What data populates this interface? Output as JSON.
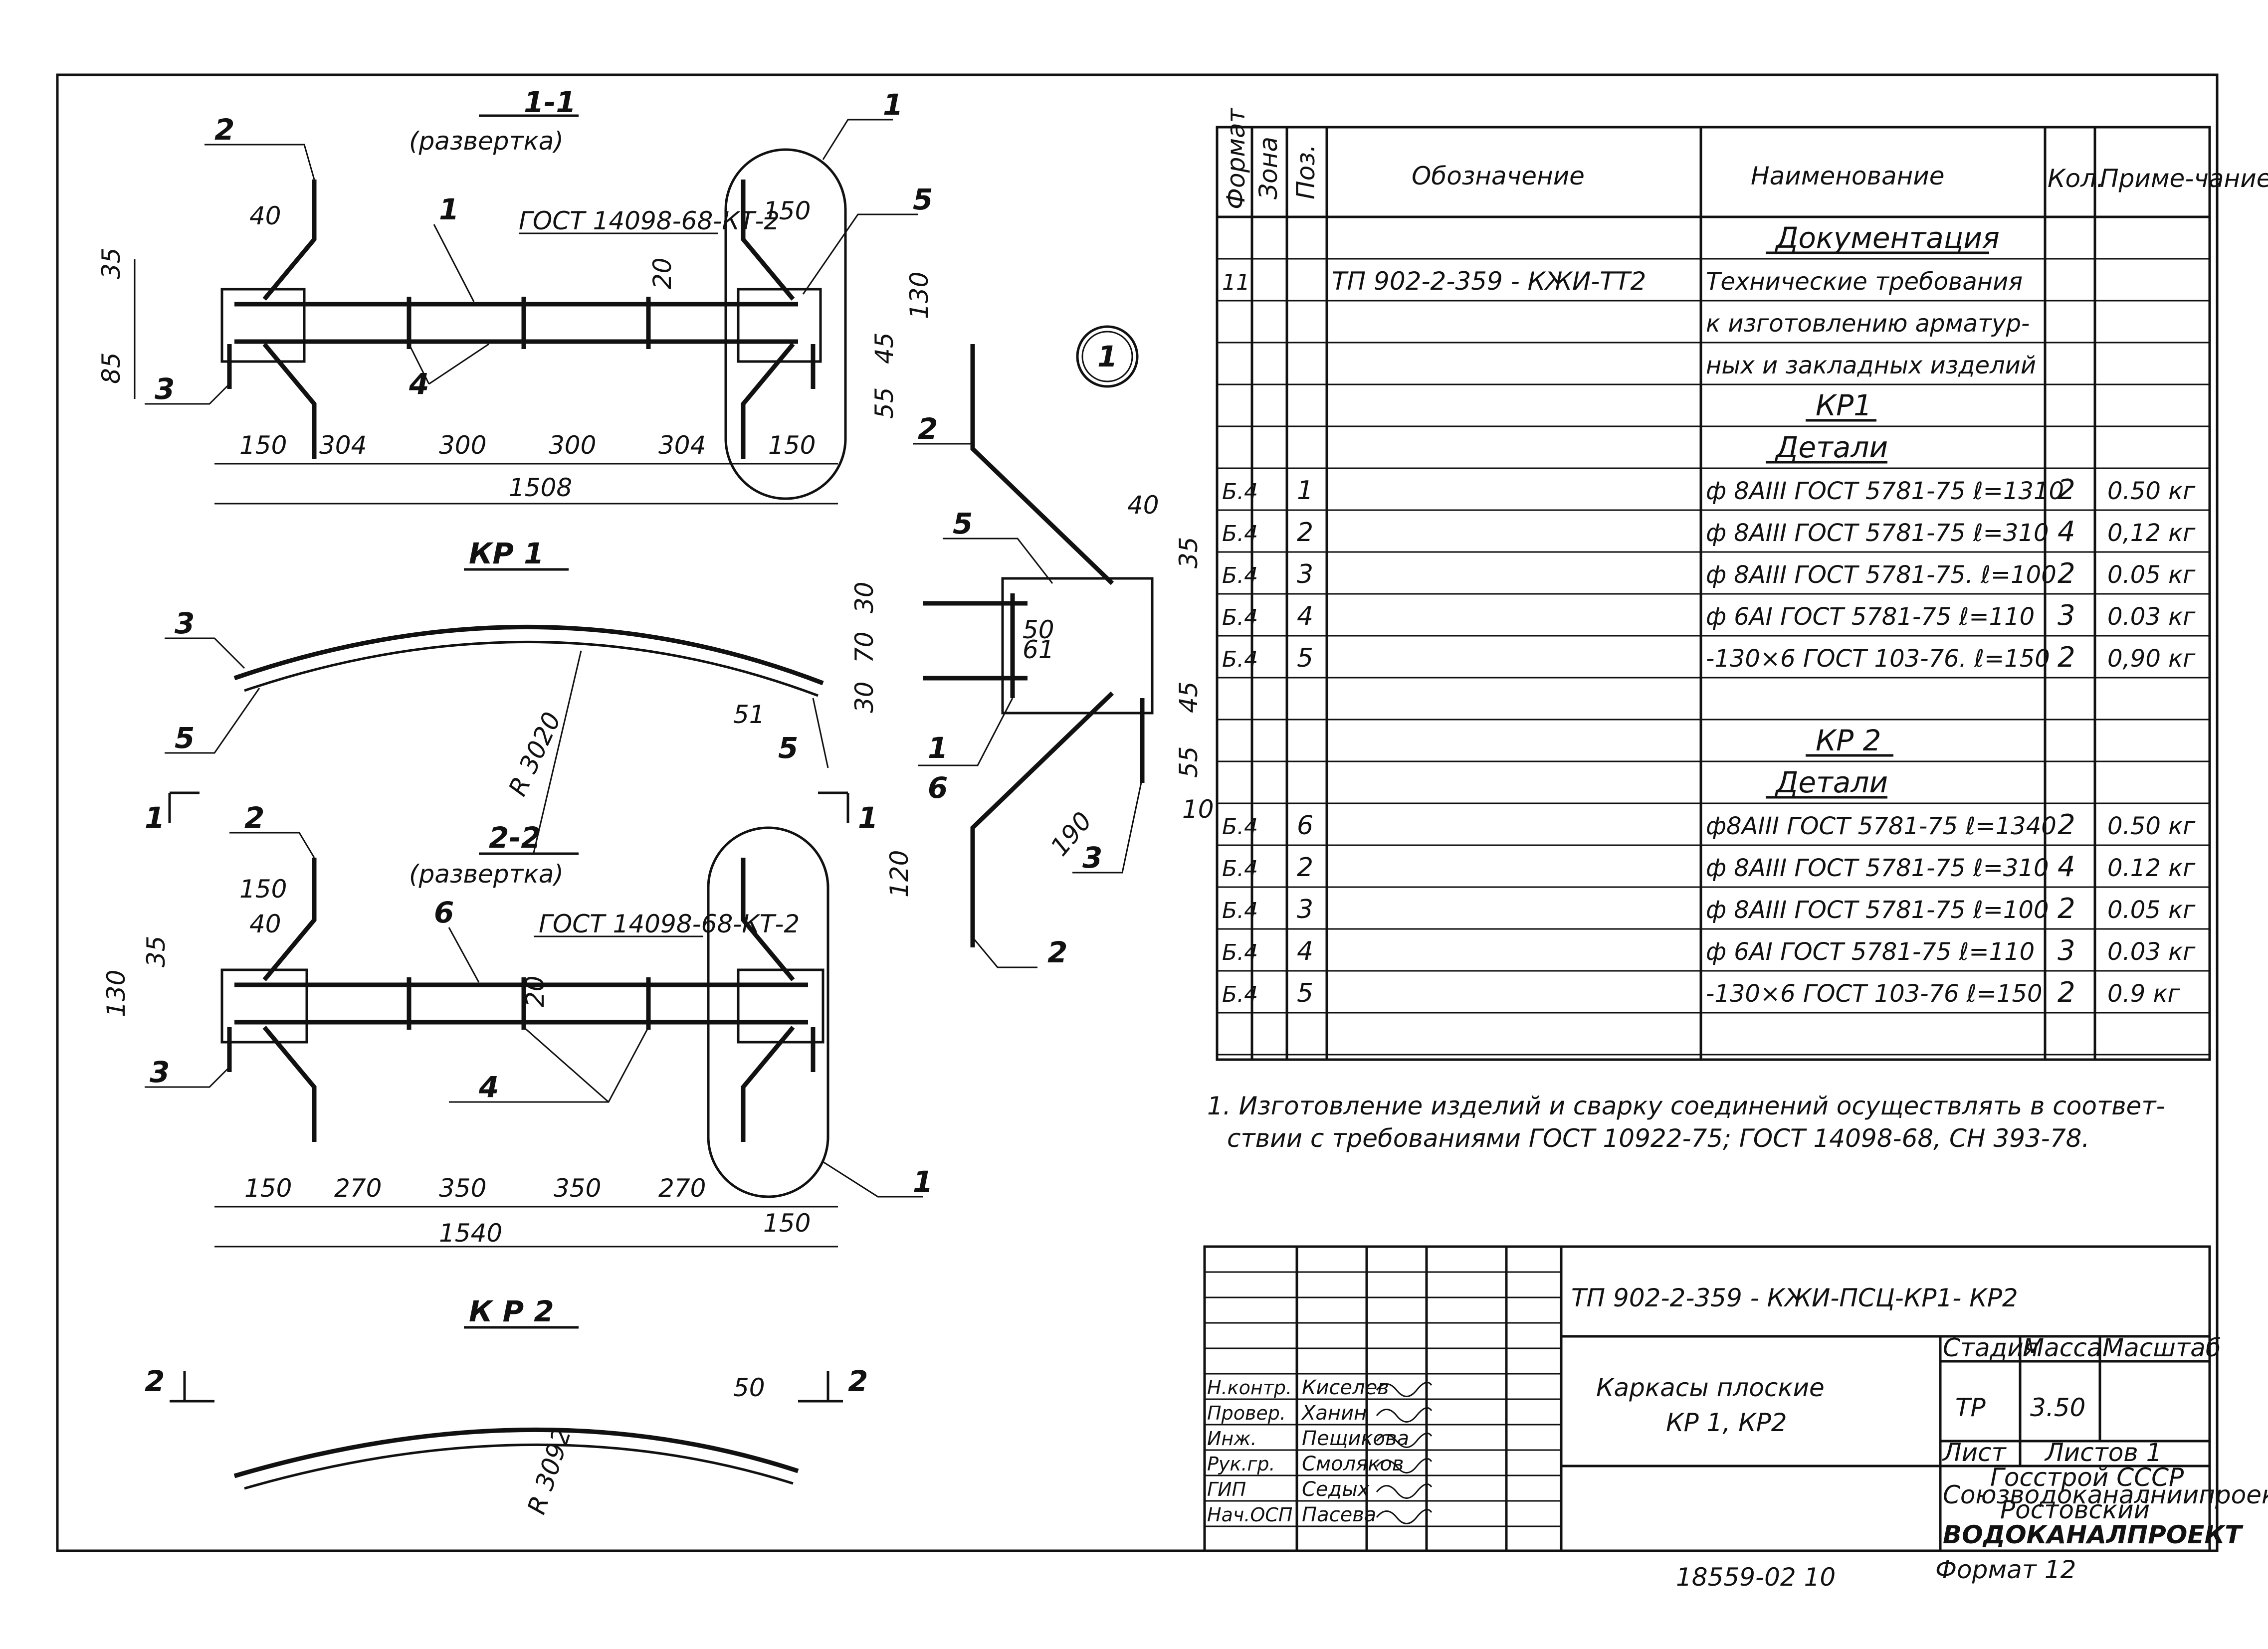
{
  "drawing": {
    "section_11_title": "1-1",
    "section_11_sub": "(развертка)",
    "section_22_title": "2-2",
    "section_22_sub": "(развертка)",
    "kr1_label": "КР 1",
    "kr2_label": "К Р 2",
    "node_label": "1",
    "gost_weld_1": "ГОСТ 14098-68-КТ-2",
    "gost_weld_2": "ГОСТ 14098-68-КТ-2",
    "kr1_dims": [
      "150",
      "304",
      "300",
      "300",
      "304",
      "150"
    ],
    "kr1_total": "1508",
    "kr2_dims": [
      "150",
      "270",
      "350",
      "350",
      "270"
    ],
    "kr2_total": "1540",
    "kr2_last": "150",
    "radius_1": "R 3020",
    "radius_2": "R 3092",
    "section_mark_1_left": "1",
    "section_mark_1_right": "1",
    "section_mark_2_left": "2",
    "section_mark_2_right": "2",
    "misc_dims": {
      "d40": "40",
      "d150": "150",
      "d20": "20",
      "d35": "35",
      "d85": "85",
      "d130": "130",
      "d45": "45",
      "d55": "55",
      "d51": "51",
      "d50": "50",
      "d30": "30",
      "d70": "70",
      "d10": "10",
      "d190": "190",
      "d120": "120",
      "d61": "61"
    },
    "callouts": [
      "1",
      "2",
      "3",
      "4",
      "5",
      "6"
    ]
  },
  "spec_table": {
    "headers": {
      "format": "Формат",
      "zone": "Зона",
      "pos": "Поз.",
      "designation": "Обозначение",
      "name": "Наименование",
      "qty": "Кол.",
      "note": "Приме-чание"
    },
    "rows": [
      {
        "format": "",
        "pos": "",
        "designation": "",
        "name": "Документация",
        "qty": "",
        "note": "",
        "heading": true
      },
      {
        "format": "11",
        "pos": "",
        "designation": "ТП 902-2-359 - КЖИ-ТТ2",
        "name": "Технические требования",
        "qty": "",
        "note": ""
      },
      {
        "format": "",
        "pos": "",
        "designation": "",
        "name": "к изготовлению арматур-",
        "qty": "",
        "note": ""
      },
      {
        "format": "",
        "pos": "",
        "designation": "",
        "name": "ных и закладных изделий",
        "qty": "",
        "note": ""
      },
      {
        "format": "",
        "pos": "",
        "designation": "",
        "name": "КР1",
        "qty": "",
        "note": "",
        "heading": true
      },
      {
        "format": "",
        "pos": "",
        "designation": "",
        "name": "Детали",
        "qty": "",
        "note": "",
        "heading": true
      },
      {
        "format": "Б.4",
        "pos": "1",
        "designation": "",
        "name": "ф 8АIII ГОСТ 5781-75  ℓ=1310",
        "qty": "2",
        "note": "0.50 кг"
      },
      {
        "format": "Б.4",
        "pos": "2",
        "designation": "",
        "name": "ф 8АIII ГОСТ 5781-75  ℓ=310",
        "qty": "4",
        "note": "0,12 кг"
      },
      {
        "format": "Б.4",
        "pos": "3",
        "designation": "",
        "name": "ф 8АIII ГОСТ 5781-75. ℓ=100",
        "qty": "2",
        "note": "0.05 кг"
      },
      {
        "format": "Б.4",
        "pos": "4",
        "designation": "",
        "name": "ф 6АI ГОСТ 5781-75  ℓ=110",
        "qty": "3",
        "note": "0.03 кг"
      },
      {
        "format": "Б.4",
        "pos": "5",
        "designation": "",
        "name": "-130×6 ГОСТ 103-76.  ℓ=150",
        "qty": "2",
        "note": "0,90 кг"
      },
      {
        "format": "",
        "pos": "",
        "designation": "",
        "name": "",
        "qty": "",
        "note": ""
      },
      {
        "format": "",
        "pos": "",
        "designation": "",
        "name": "КР 2",
        "qty": "",
        "note": "",
        "heading": true
      },
      {
        "format": "",
        "pos": "",
        "designation": "",
        "name": "Детали",
        "qty": "",
        "note": "",
        "heading": true
      },
      {
        "format": "Б.4",
        "pos": "6",
        "designation": "",
        "name": "ф8АIII ГОСТ 5781-75  ℓ=1340",
        "qty": "2",
        "note": "0.50 кг"
      },
      {
        "format": "Б.4",
        "pos": "2",
        "designation": "",
        "name": "ф 8АIII ГОСТ 5781-75  ℓ=310",
        "qty": "4",
        "note": "0.12 кг"
      },
      {
        "format": "Б.4",
        "pos": "3",
        "designation": "",
        "name": "ф 8АIII ГОСТ 5781-75  ℓ=100",
        "qty": "2",
        "note": "0.05 кг"
      },
      {
        "format": "Б.4",
        "pos": "4",
        "designation": "",
        "name": "ф 6АI ГОСТ 5781-75  ℓ=110",
        "qty": "3",
        "note": "0.03 кг"
      },
      {
        "format": "Б.4",
        "pos": "5",
        "designation": "",
        "name": "-130×6  ГОСТ 103-76  ℓ=150",
        "qty": "2",
        "note": "0.9 кг"
      },
      {
        "format": "",
        "pos": "",
        "designation": "",
        "name": "",
        "qty": "",
        "note": ""
      }
    ]
  },
  "notes": {
    "line1": "1. Изготовление изделий и сварку соединений осуществлять в соответ-",
    "line2": "ствии с требованиями  ГОСТ 10922-75; ГОСТ 14098-68, СН 393-78."
  },
  "title_block": {
    "code": "ТП 902-2-359 - КЖИ-ПСЦ-КР1- КР2",
    "name_line1": "Каркасы  плоские",
    "name_line2": "КР 1,  КР2",
    "stage_label": "Стадия",
    "mass_label": "Масса",
    "scale_label": "Масштаб",
    "stage": "ТР",
    "mass": "3.50",
    "sheet_label": "Лист",
    "sheets_label": "Листов 1",
    "org_line1": "Госстрой СССР",
    "org_line2": "Союзводоканалниипроект",
    "org_line3": "Ростовский",
    "org_line4": "ВОДОКАНАЛПРОЕКТ",
    "signatures": [
      {
        "role": "Н.контр.",
        "name": "Киселев"
      },
      {
        "role": "Провер.",
        "name": "Ханин"
      },
      {
        "role": "Инж.",
        "name": "Пещикова"
      },
      {
        "role": "Рук.гр.",
        "name": "Смоляков"
      },
      {
        "role": "ГИП",
        "name": "Седых"
      },
      {
        "role": "Нач.ОСП",
        "name": "Пасева"
      }
    ]
  },
  "footer": {
    "inventory": "18559-02  10",
    "format": "Формат 12"
  }
}
